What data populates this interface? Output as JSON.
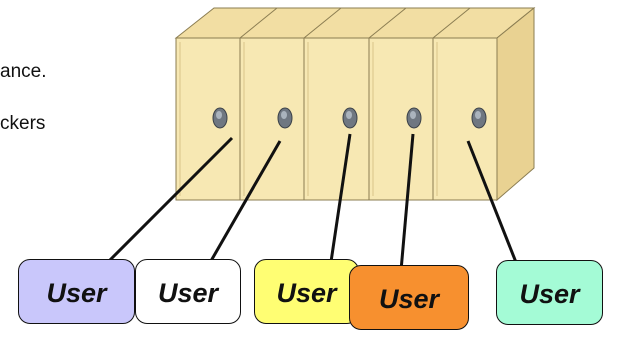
{
  "text_fragments": {
    "line1": "ance.",
    "line2": "ckers"
  },
  "users": [
    {
      "label": "User",
      "color": "#c9c7fb"
    },
    {
      "label": "User",
      "color": "#ffffff"
    },
    {
      "label": "User",
      "color": "#fffe73"
    },
    {
      "label": "User",
      "color": "#f7902f"
    },
    {
      "label": "User",
      "color": "#a4fbd6"
    }
  ],
  "colors": {
    "locker_face": "#f7e8b3",
    "locker_side": "#e9d292",
    "locker_top": "#f2dea3",
    "outline": "#111111",
    "lock": "#6f7781"
  }
}
